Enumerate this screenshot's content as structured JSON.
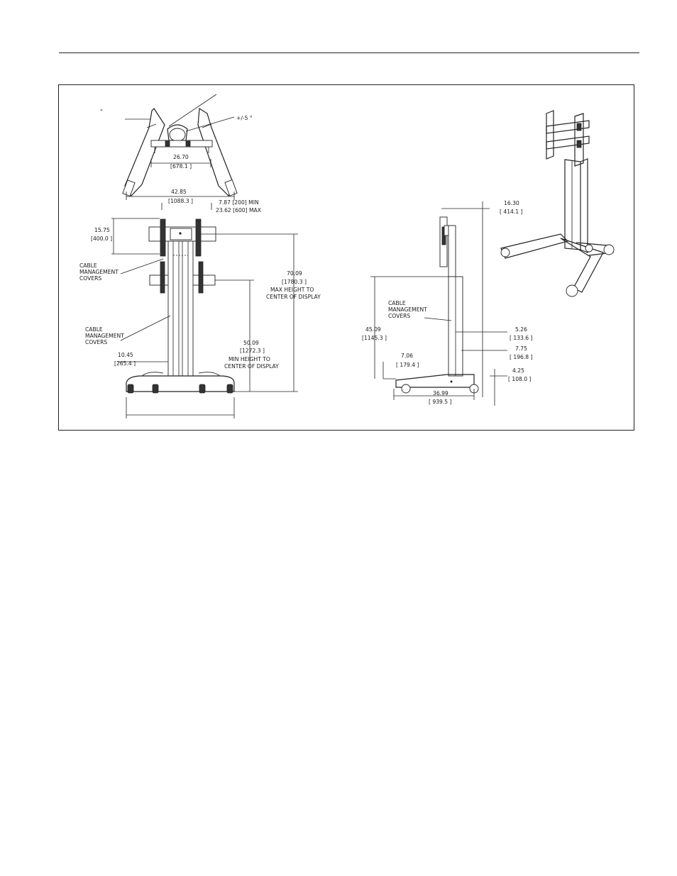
{
  "labels": {
    "top": {
      "small_mark": "\"",
      "tilt": "+/-5 °",
      "width_inner": "26.70",
      "width_inner_mm": "[678.1 ]",
      "width_outer": "42.85",
      "width_outer_mm": "[1088.3 ]",
      "arm_min": "7.87 [200] MIN",
      "arm_max": "23.62 [600] MAX"
    },
    "front": {
      "bracket_h": "15.75",
      "bracket_h_mm": "[400.0 ]",
      "covers_upper_1": "CABLE",
      "covers_upper_2": "MANAGEMENT",
      "covers_upper_3": "COVERS",
      "covers_lower_1": "CABLE",
      "covers_lower_2": "MANAGEMENT",
      "covers_lower_3": "COVERS",
      "column_w": "10.45",
      "column_w_mm": "[265.4 ]",
      "max_h": "70.09",
      "max_h_mm": "[1780.3 ]",
      "max_caption_1": "MAX HEIGHT TO",
      "max_caption_2": "CENTER OF DISPLAY",
      "min_h": "50.09",
      "min_h_mm": "[1272.3 ]",
      "min_caption_1": "MIN HEIGHT TO",
      "min_caption_2": "CENTER OF DISPLAY"
    },
    "side": {
      "depth_top": "16.30",
      "depth_top_mm": "[ 414.1 ]",
      "covers_1": "CABLE",
      "covers_2": "MANAGEMENT",
      "covers_3": "COVERS",
      "height": "45.09",
      "height_mm": "[1145.3 ]",
      "col_offset": "5.26",
      "col_offset_mm": "[ 133.6 ]",
      "base_offset": "7.75",
      "base_offset_mm": "[ 196.8 ]",
      "wheel_h": "4.25",
      "wheel_h_mm": "[ 108.0 ]",
      "front_offset": "7.06",
      "front_offset_mm": "[ 179.4 ]",
      "base_depth": "36.99",
      "base_depth_mm": "[ 939.5 ]"
    }
  }
}
